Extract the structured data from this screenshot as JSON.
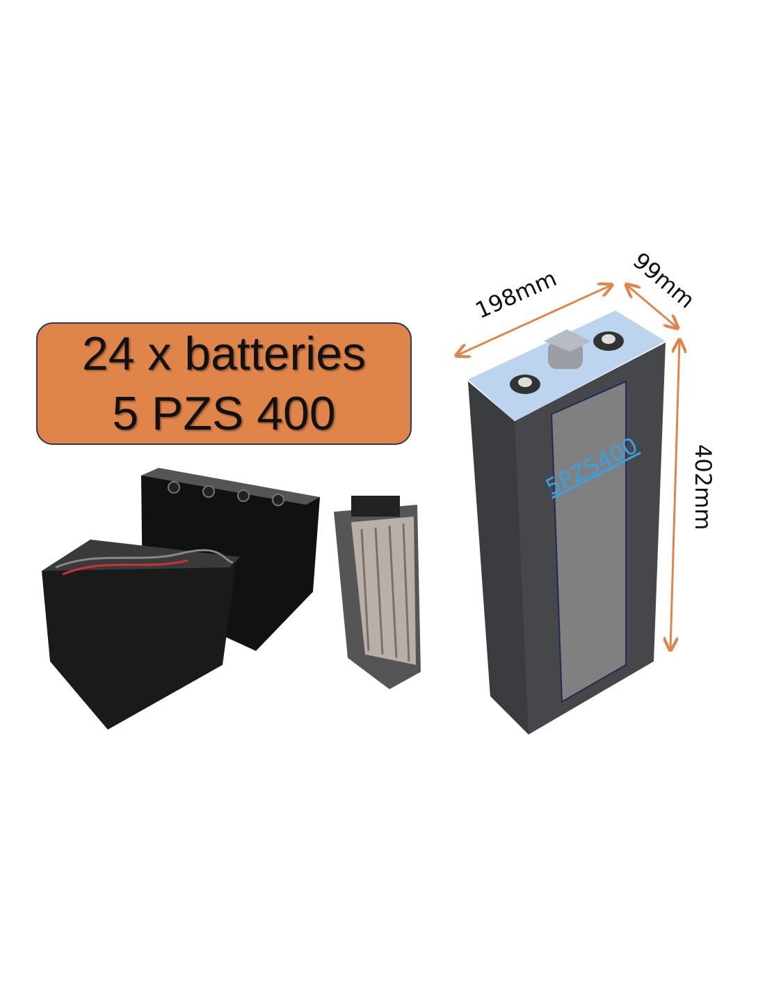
{
  "label": {
    "line1": "24 x batteries",
    "line2": "5 PZS 400"
  },
  "dimensions": {
    "length": "198mm",
    "width": "99mm",
    "height": "402mm"
  },
  "cell_label": "5PZS400",
  "colors": {
    "label_bg": "#e0854a",
    "arrow": "#e0854a",
    "cell_top": "#bcd4ee",
    "cell_body": "#46474b",
    "cell_panel": "#808080",
    "model_text": "#3aa0e0"
  }
}
